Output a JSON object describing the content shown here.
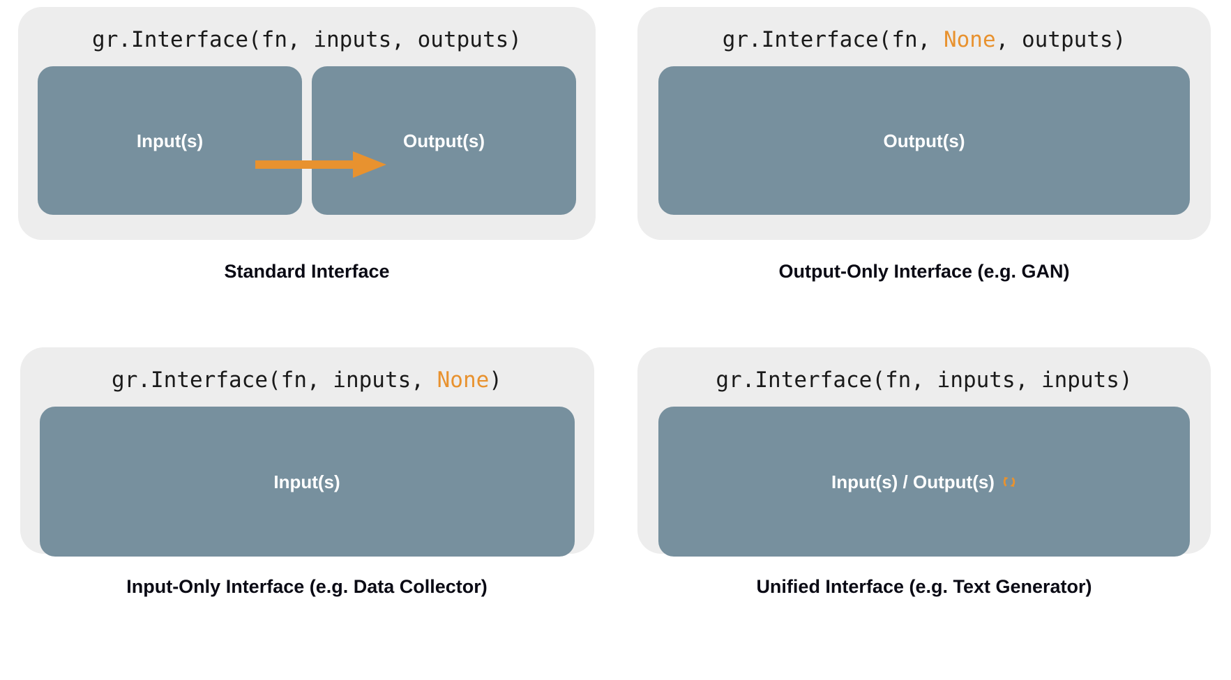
{
  "colors": {
    "page_background": "#ffffff",
    "panel_background": "#ededed",
    "io_box": "#77909e",
    "accent_orange": "#e8922f",
    "code_text": "#1a1a1a",
    "caption_text": "#0a0a14",
    "io_label_text": "#ffffff"
  },
  "panels": {
    "standard": {
      "signature_prefix": "gr.Interface(fn, inputs, outputs)",
      "signature_parts": {
        "before": "gr.Interface(fn, inputs, outputs)",
        "highlight": "",
        "after": ""
      },
      "input_box_label": "Input(s)",
      "output_box_label": "Output(s)",
      "arrow_direction": "right",
      "arrow_icon": "arrow-right-icon",
      "caption": "Standard Interface"
    },
    "output_only": {
      "signature_parts": {
        "before": "gr.Interface(fn, ",
        "highlight": "None",
        "after": ", outputs)"
      },
      "box_label": "Output(s)",
      "caption": "Output-Only Interface (e.g. GAN)"
    },
    "input_only": {
      "signature_parts": {
        "before": "gr.Interface(fn, inputs, ",
        "highlight": "None",
        "after": ")"
      },
      "box_label": "Input(s)",
      "caption": "Input-Only Interface (e.g. Data Collector)"
    },
    "unified": {
      "signature_parts": {
        "before": "gr.Interface(fn, inputs, inputs)",
        "highlight": "",
        "after": ""
      },
      "box_label": "Input(s) / Output(s)",
      "box_label_icon": "cycle-arrows-icon",
      "box_label_icon_glyph": "↻",
      "caption": "Unified Interface (e.g. Text Generator)"
    }
  }
}
